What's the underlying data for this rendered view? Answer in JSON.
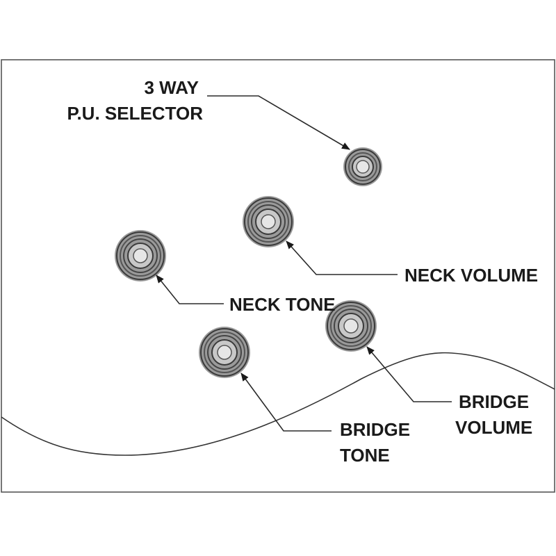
{
  "labels": {
    "selector_line1": "3 WAY",
    "selector_line2": "P.U. SELECTOR",
    "neck_volume": "NECK VOLUME",
    "neck_tone": "NECK TONE",
    "bridge_volume_line1": "BRIDGE",
    "bridge_volume_line2": "VOLUME",
    "bridge_tone_line1": "BRIDGE",
    "bridge_tone_line2": "TONE"
  },
  "colors": {
    "ink": "#1a1a1a",
    "knob_ring_dark": "#3a3a3a",
    "knob_ring_mid": "#8a8a8a",
    "knob_ring_light": "#c8c8c8",
    "background": "#ffffff"
  }
}
